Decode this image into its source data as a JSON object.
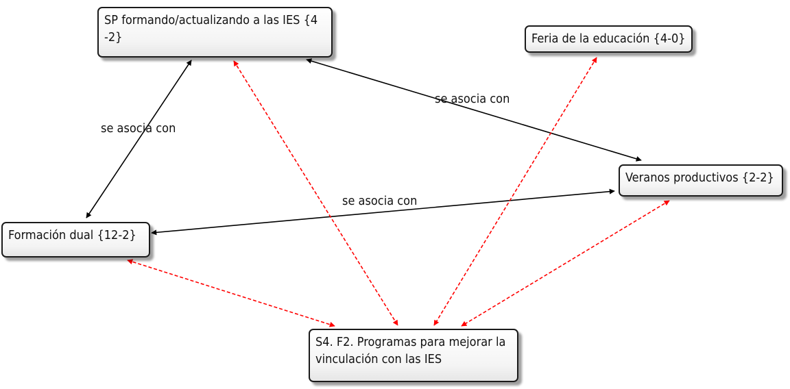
{
  "nodes": {
    "sp": "SP formando/actualizando a las IES {4 -2}",
    "feria": "Feria de la educación {4-0}",
    "veranos": "Veranos productivos {2-2}",
    "dual": "Formación dual {12-2}",
    "s4": "S4. F2. Programas para mejorar la vinculación con las IES"
  },
  "edge_labels": {
    "sp_dual": "se asocia con",
    "sp_veranos": "se asocia con",
    "veranos_dual": "se asocia con"
  },
  "colors": {
    "association": "#000000",
    "dashed_link": "#ff0000"
  }
}
